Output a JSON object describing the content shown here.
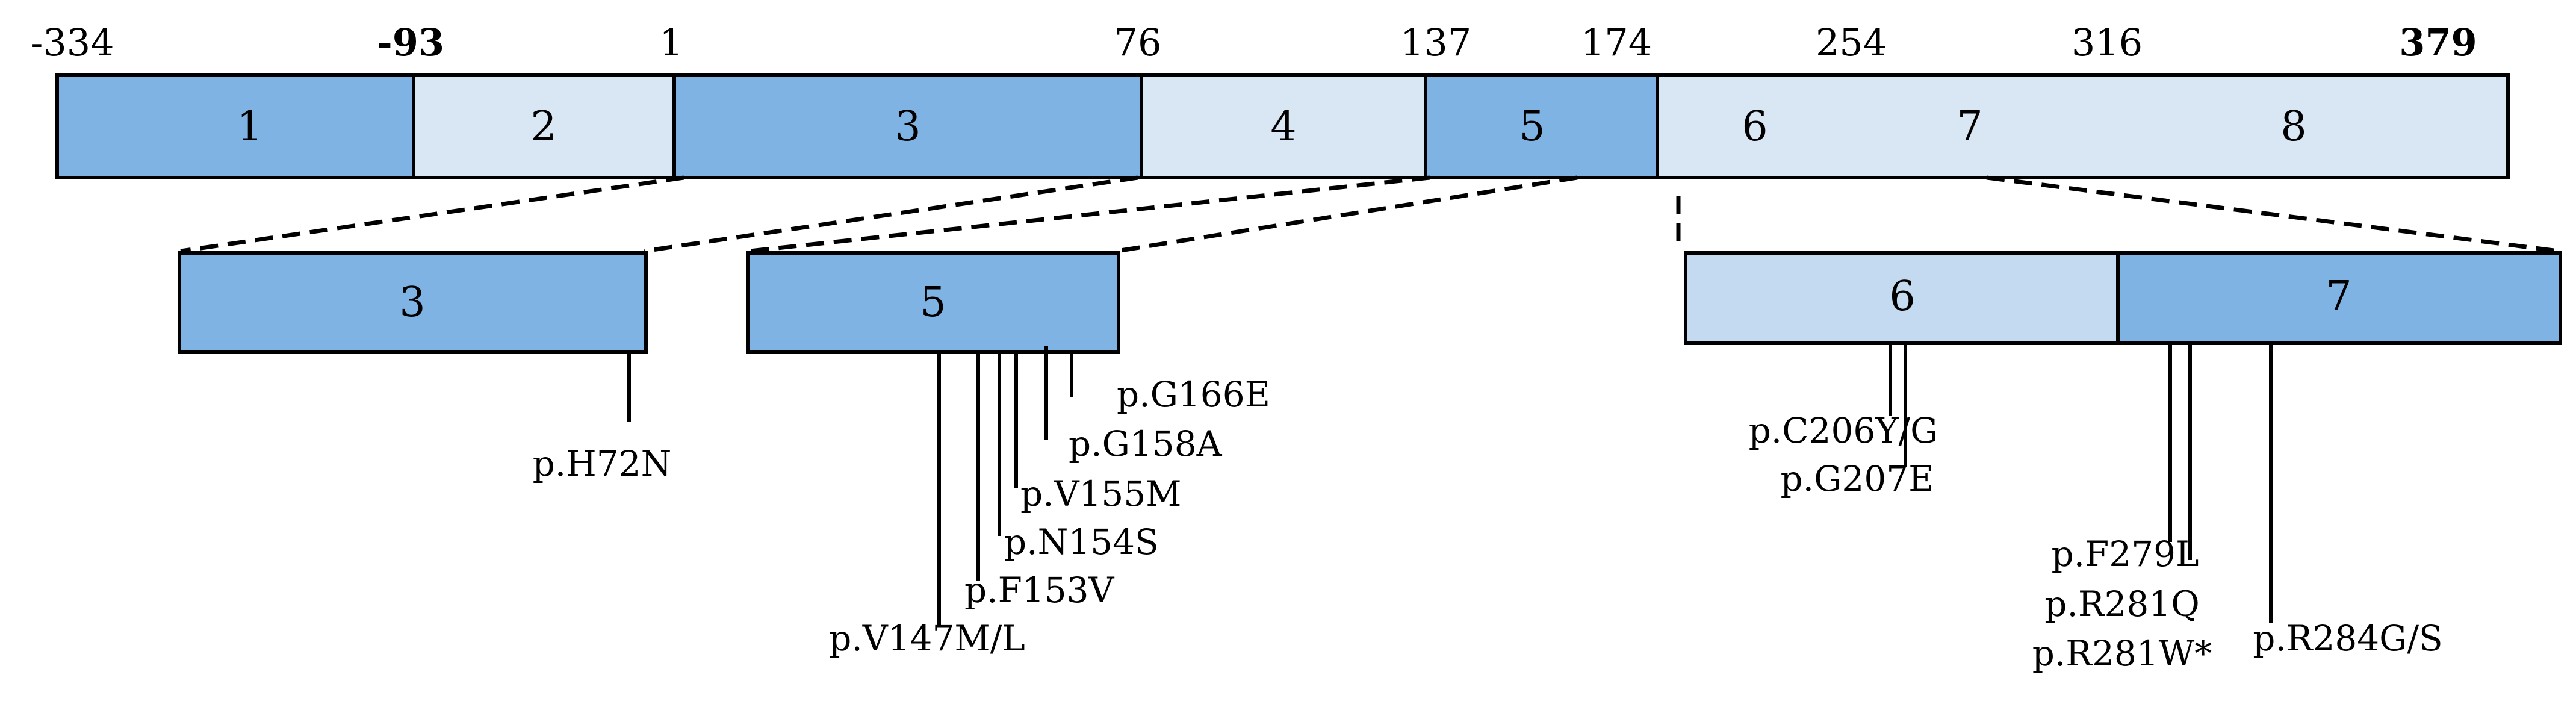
{
  "colors": {
    "dark_exon": "#7EB3E3",
    "light_exon": "#D9E6F3",
    "light_exon_zoom": "#C4DAF0",
    "stroke": "#000000"
  },
  "positions": [
    "-334",
    "-93",
    "1",
    "76",
    "137",
    "174",
    "254",
    "316",
    "379"
  ],
  "gene": {
    "exons": [
      {
        "label": "1",
        "shade": "dark"
      },
      {
        "label": "2",
        "shade": "light"
      },
      {
        "label": "3",
        "shade": "dark"
      },
      {
        "label": "4",
        "shade": "light"
      },
      {
        "label": "5",
        "shade": "dark"
      },
      {
        "label": "6",
        "shade": "light"
      },
      {
        "label": "7",
        "shade": "light"
      },
      {
        "label": "8",
        "shade": "light"
      }
    ]
  },
  "zoom_boxes": [
    {
      "label": "3",
      "shade": "dark"
    },
    {
      "label": "5",
      "shade": "dark"
    },
    {
      "label": "6",
      "shade": "light"
    },
    {
      "label": "7",
      "shade": "dark"
    }
  ],
  "mutations": {
    "exon3": [
      "p.H72N"
    ],
    "exon5": [
      "p.G166E",
      "p.G158A",
      "p.V155M",
      "p.N154S",
      "p.F153V",
      "p.V147M/L"
    ],
    "exon6": [
      "p.C206Y/G",
      "p.G207E"
    ],
    "exon7": [
      "p.F279L",
      "p.R281Q",
      "p.R281W*",
      "p.R284G/S"
    ]
  }
}
